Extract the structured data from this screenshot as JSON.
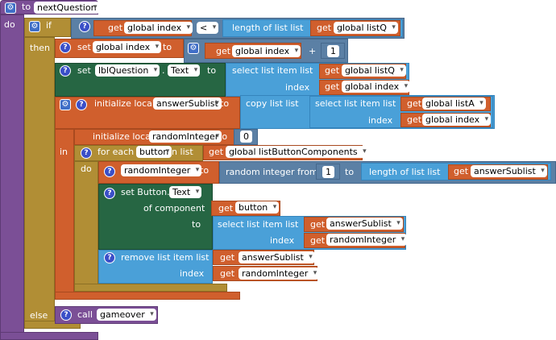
{
  "colors": {
    "procedure": "#7b4f96",
    "control": "#b18e35",
    "variables": "#d05f2d",
    "component": "#266643",
    "math": "#5b80a5",
    "lists": "#4aa0d8"
  },
  "icons": {
    "mutator": "gear-icon",
    "help": "question-icon"
  },
  "proc": {
    "to": "to",
    "name": "nextQuestion",
    "do": "do"
  },
  "if_block": {
    "if": "if",
    "then": "then",
    "else": "else"
  },
  "cond": {
    "get": "get",
    "var": "global index",
    "op": "<",
    "len": "length of list  list",
    "get2": "get",
    "var2": "global listQ"
  },
  "set1": {
    "set": "set",
    "var": "global index",
    "to": "to",
    "get": "get",
    "getvar": "global index",
    "plus": "+",
    "num": "1"
  },
  "set2": {
    "set": "set",
    "comp": "lblQuestion",
    "dot": ".",
    "prop": "Text",
    "to": "to",
    "select": "select list item  list",
    "get1": "get",
    "var1": "global listQ",
    "index": "index",
    "get2": "get",
    "var2": "global index"
  },
  "local1": {
    "label": "initialize local",
    "name": "answerSublist",
    "to": "to",
    "copy": "copy list  list",
    "select": "select list item  list",
    "get1": "get",
    "var1": "global listA",
    "index": "index",
    "get2": "get",
    "var2": "global index"
  },
  "local2": {
    "label": "initialize local",
    "name": "randomInteger",
    "to": "to",
    "num": "0"
  },
  "in": "in",
  "foreach": {
    "label": "for each",
    "item": "button",
    "inlist": "in list",
    "get": "get",
    "var": "global listButtonComponents",
    "do": "do"
  },
  "set3": {
    "set": "set",
    "var": "randomInteger",
    "to": "to",
    "rand": "random integer from",
    "num": "1",
    "to2": "to",
    "len": "length of list  list",
    "get": "get",
    "getvar": "answerSublist"
  },
  "setbtn": {
    "label": "set Button.",
    "prop": "Text",
    "ofc": "of component",
    "get": "get",
    "var": "button",
    "to": "to",
    "select": "select list item  list",
    "get1": "get",
    "var1": "answerSublist",
    "index": "index",
    "get2": "get",
    "var2": "randomInteger"
  },
  "remove": {
    "label": "remove list item  list",
    "get1": "get",
    "var1": "answerSublist",
    "index": "index",
    "get2": "get",
    "var2": "randomInteger"
  },
  "call": {
    "label": "call",
    "proc": "gameover"
  }
}
